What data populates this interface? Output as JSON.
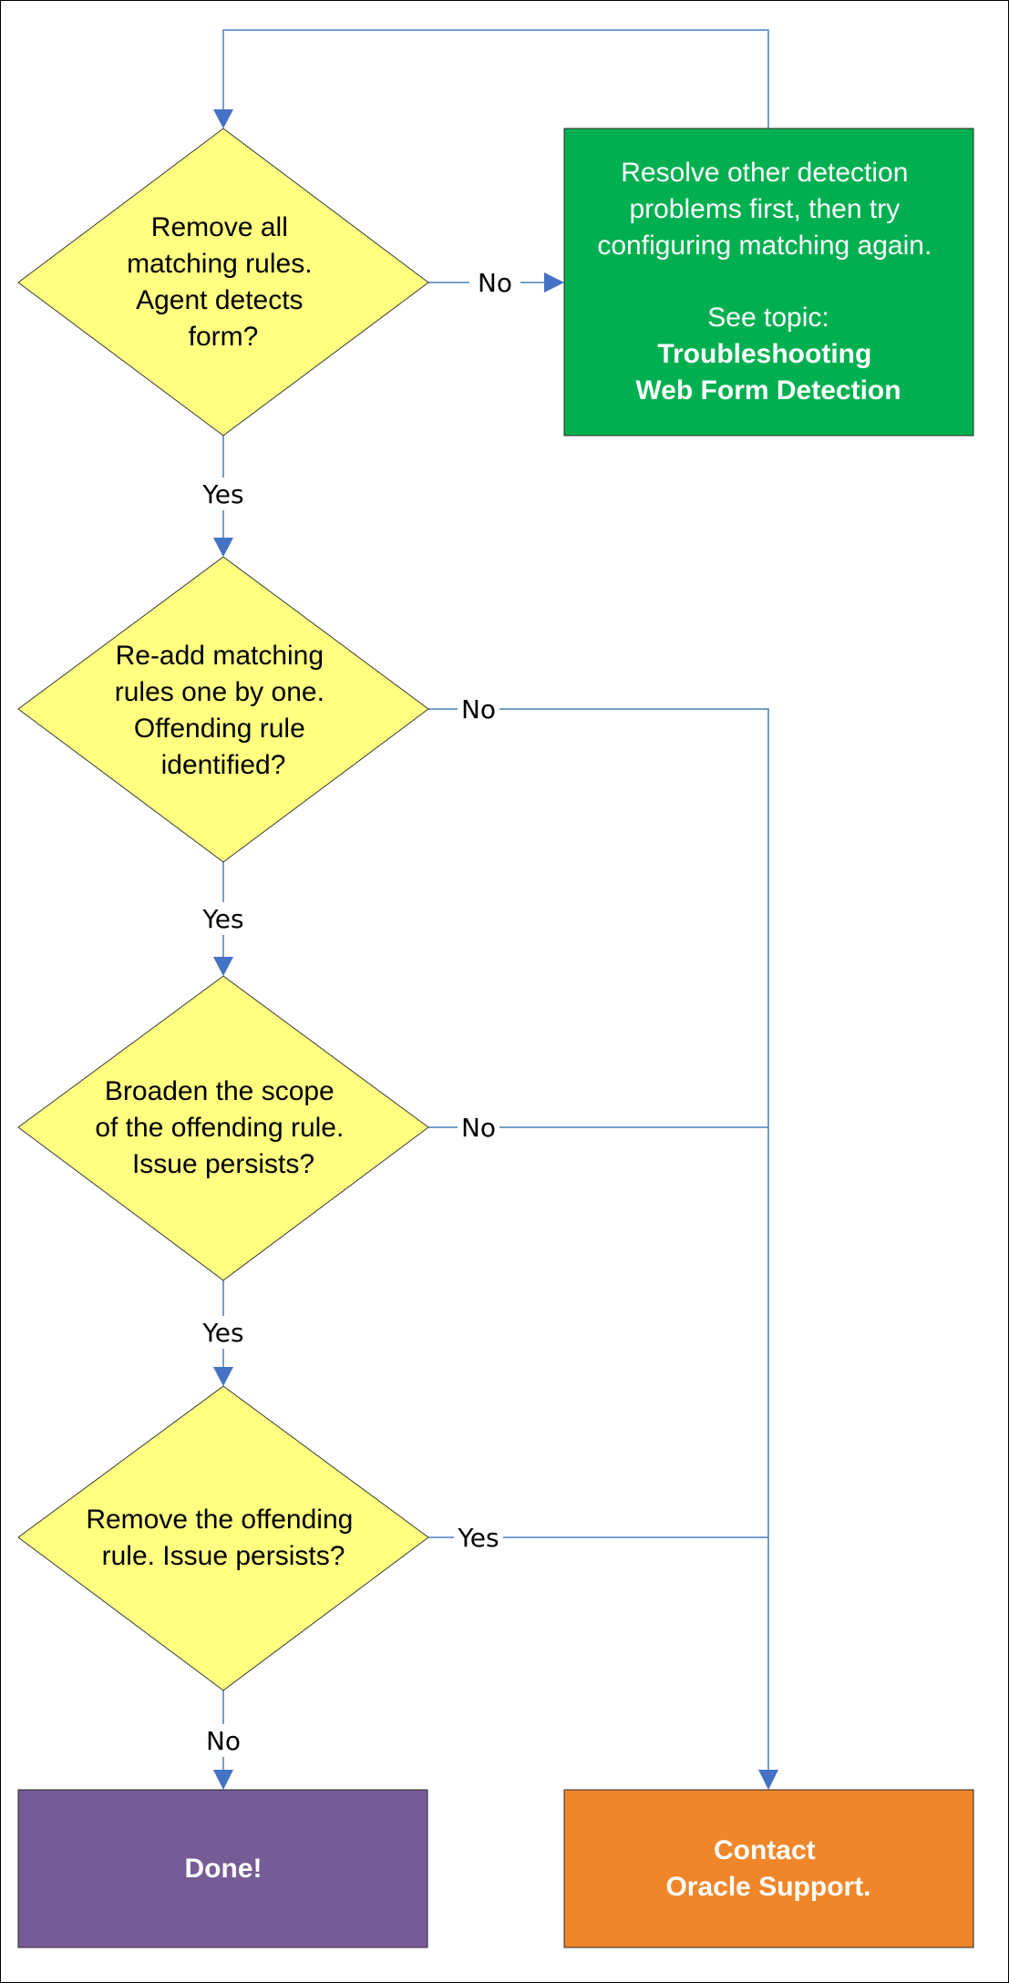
{
  "colors": {
    "decision_fill": "#ffff80",
    "decision_stroke": "#3a3a3a",
    "green_fill": "#00b050",
    "purple_fill": "#765c96",
    "orange_fill": "#f0862a",
    "edge": "#4a7ebb",
    "arrowhead": "#4472c4"
  },
  "nodes": {
    "decision_1": {
      "lines": [
        "Remove all",
        "matching rules.",
        "Agent detects",
        "form?"
      ]
    },
    "decision_2": {
      "lines": [
        "Re-add matching",
        "rules one by one.",
        "Offending rule",
        "identified?"
      ]
    },
    "decision_3": {
      "lines": [
        "Broaden the scope",
        "of the offending rule.",
        "Issue persists?"
      ]
    },
    "decision_4": {
      "lines": [
        "Remove the offending",
        "rule. Issue persists?"
      ]
    },
    "resolve_box": {
      "lines": [
        "Resolve other detection",
        "problems first, then try",
        "configuring matching again."
      ],
      "see_topic": "See topic:",
      "link_lines": [
        "Troubleshooting",
        "Web Form Detection"
      ]
    },
    "done_box": {
      "label": "Done!"
    },
    "support_box": {
      "lines": [
        "Contact",
        "Oracle Support."
      ]
    }
  },
  "edges": {
    "d1_no": "No",
    "d1_yes": "Yes",
    "d2_no": "No",
    "d2_yes": "Yes",
    "d3_no": "No",
    "d3_yes": "Yes",
    "d4_yes": "Yes",
    "d4_no": "No"
  }
}
